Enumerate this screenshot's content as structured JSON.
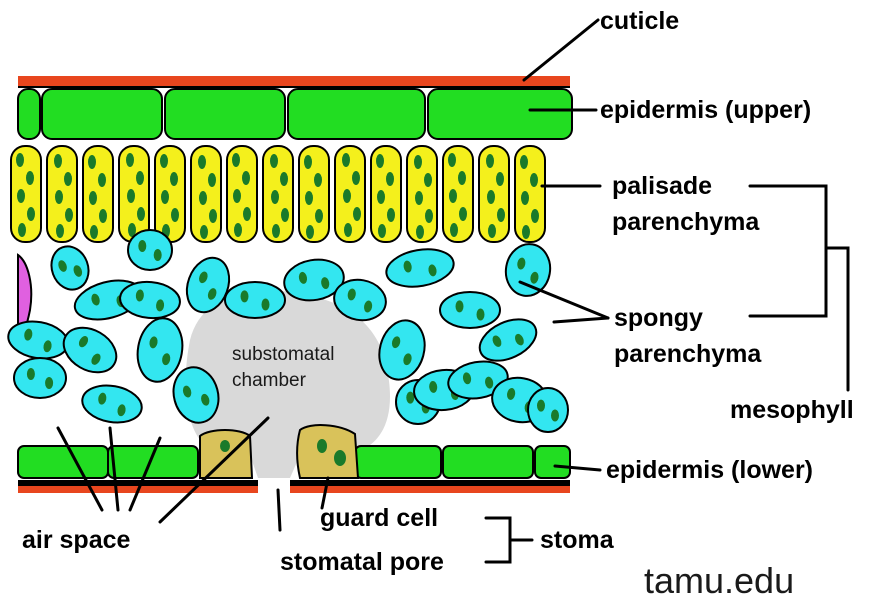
{
  "labels": {
    "cuticle": "cuticle",
    "epidermis_upper": "epidermis (upper)",
    "palisade_1": "palisade",
    "palisade_2": "parenchyma",
    "spongy_1": "spongy",
    "spongy_2": "parenchyma",
    "mesophyll": "mesophyll",
    "epidermis_lower": "epidermis (lower)",
    "stoma": "stoma",
    "guard_cell": "guard cell",
    "stomatal_pore": "stomatal pore",
    "air_space": "air space",
    "substomatal_1": "substomatal",
    "substomatal_2": "chamber"
  },
  "credit": "tamu.edu",
  "colors": {
    "cuticle": "#e8461e",
    "epidermis": "#22dd22",
    "palisade": "#f4f01c",
    "chloroplast": "#1a7a2a",
    "spongy": "#33e6f0",
    "chamber": "#d9d9d9",
    "guard_cell": "#d9c25a",
    "pink_cell": "#e060e0"
  }
}
